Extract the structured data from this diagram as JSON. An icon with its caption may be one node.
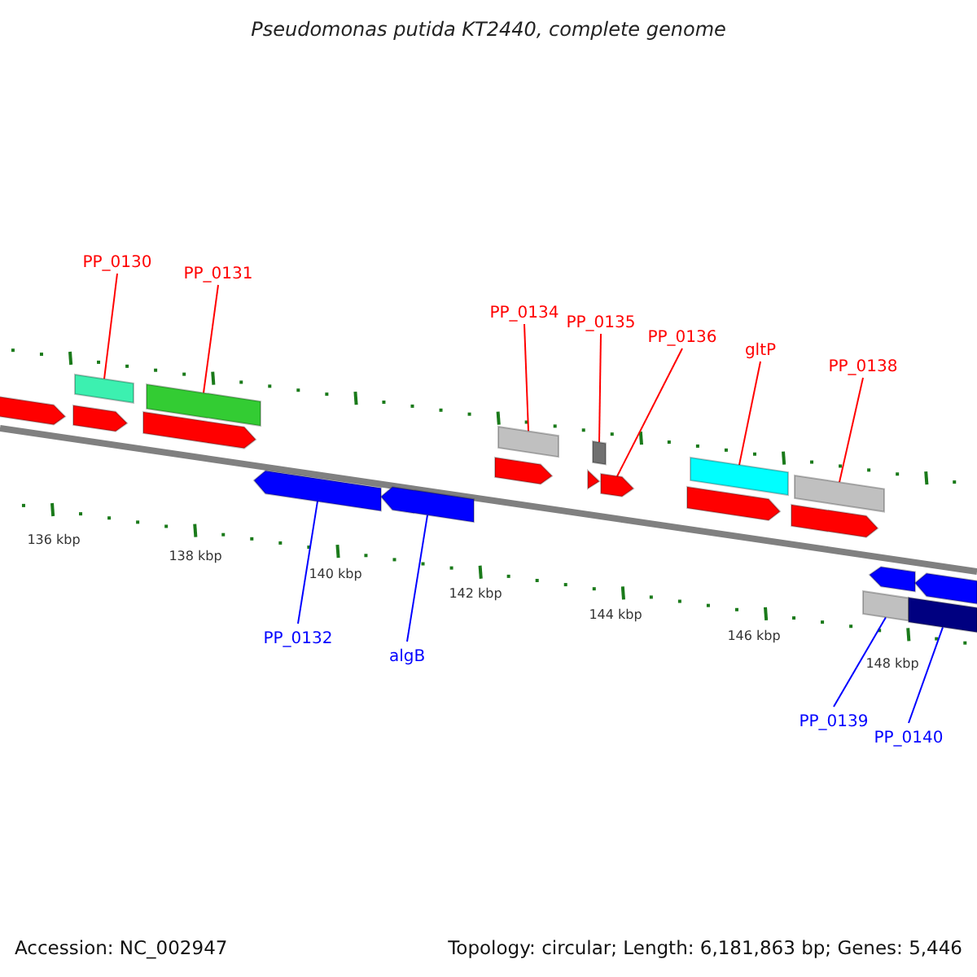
{
  "diagram": {
    "title": "Pseudomonas putida KT2440, complete genome",
    "nodes": [
      {
        "text": [
          "PP_0130"
        ]
      },
      {
        "text": [],
        "shape": "bar"
      },
      {
        "text": [
          "PP_0131"
        ]
      },
      {
        "text": [],
        "shape": "bar"
      },
      {
        "text": [
          "PP_0134"
        ]
      },
      {
        "text": [],
        "shape": "bar"
      },
      {
        "text": [
          "PP_0135"
        ]
      },
      {
        "text": [],
        "shape": "bar"
      },
      {
        "text": [
          "PP_0136"
        ]
      },
      {
        "text": [],
        "shape": "arrow"
      },
      {
        "text": [
          "gltP"
        ]
      },
      {
        "text": [],
        "shape": "bar"
      },
      {
        "text": [
          "PP_0138"
        ]
      },
      {
        "text": [],
        "shape": "bar"
      },
      {
        "text": [
          "PP_0132"
        ]
      },
      {
        "text": [],
        "shape": "arrow"
      },
      {
        "text": [
          "algB"
        ]
      },
      {
        "text": [],
        "shape": "arrow"
      },
      {
        "text": [
          "PP_0139"
        ]
      },
      {
        "text": [],
        "shape": "bar"
      },
      {
        "text": [
          "PP_0140"
        ]
      },
      {
        "text": [],
        "shape": "bar"
      }
    ],
    "edges": [
      {
        "from": 0,
        "to": 1,
        "arrow": "none"
      },
      {
        "from": 2,
        "to": 3,
        "arrow": "none"
      },
      {
        "from": 4,
        "to": 5,
        "arrow": "none"
      },
      {
        "from": 6,
        "to": 7,
        "arrow": "none"
      },
      {
        "from": 8,
        "to": 9,
        "arrow": "none"
      },
      {
        "from": 10,
        "to": 11,
        "arrow": "none"
      },
      {
        "from": 12,
        "to": 13,
        "arrow": "none"
      },
      {
        "from": 14,
        "to": 15,
        "arrow": "none",
        "color": "#0000ff"
      },
      {
        "from": 16,
        "to": 17,
        "arrow": "none",
        "color": "#0000ff"
      },
      {
        "from": 18,
        "to": 19,
        "arrow": "none",
        "color": "#0000ff"
      },
      {
        "from": 20,
        "to": 21,
        "arrow": "none",
        "color": "#0000ff"
      }
    ],
    "labels": [
      "136 kbp",
      "138 kbp",
      "140 kbp",
      "142 kbp",
      "144 kbp",
      "146 kbp",
      "148 kbp",
      "Accession: NC_002947",
      "Topology: circular; Length: 6,181,863 bp; Genes: 5,446"
    ]
  }
}
